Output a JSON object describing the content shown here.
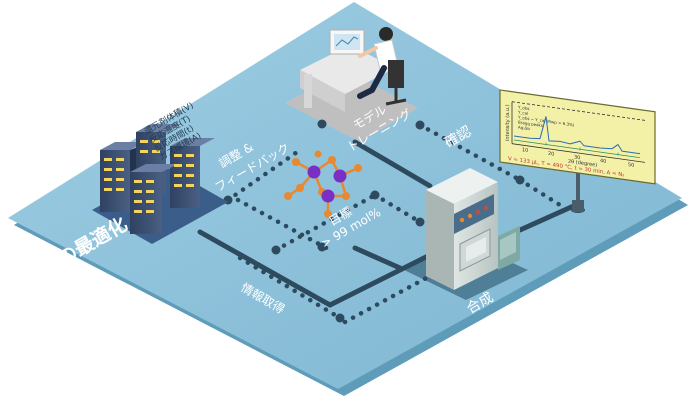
{
  "labels": {
    "optimization": "条件の最適化",
    "adjust_feedback_line1": "調整 &",
    "adjust_feedback_line2": "フィードバック",
    "model_line1": "モデル",
    "model_line2": "トレーニング",
    "confirm": "確認",
    "target_line1": "目標",
    "target_line2": "> 99 mol%",
    "info": "情報取得",
    "synthesis": "合成"
  },
  "conditions": [
    "還元剤体積(V)",
    "反応温度(T)",
    "反応時間(t)",
    "ガス環境(A)"
  ],
  "billboard": {
    "ylabel": "Intensity (a.u.)",
    "xlabel": "2θ (degree)",
    "xticks": [
      "10",
      "20",
      "30",
      "40",
      "50"
    ],
    "legend": [
      "Y_obs",
      "Y_cal",
      "Y_obs − Y_cal (Rwp = 6.3%)",
      "Bragg peaks",
      "Ag₂Sb"
    ],
    "condition_text": "V = 133 μL, T = 490 °C, t = 30 min, A = N₂"
  },
  "colors": {
    "platform": "#8fc3dc",
    "platform_side": "#5e9cba",
    "accent_orange": "#e8892f",
    "accent_purple": "#7a2fc4",
    "billboard_bg": "#f3f0a8"
  }
}
